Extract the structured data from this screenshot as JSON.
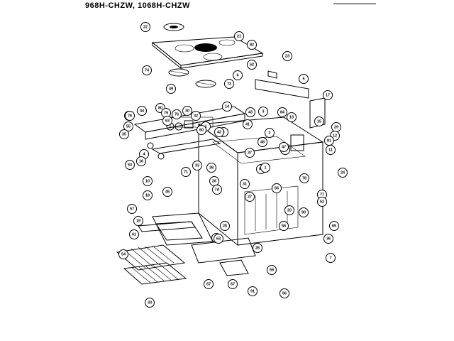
{
  "title": "968H-CHZW, 1068H-CHZW",
  "callouts": [
    "22",
    "21",
    "82",
    "23",
    "74",
    "6",
    "73",
    "49",
    "62",
    "5",
    "17",
    "44",
    "80",
    "79",
    "30",
    "32",
    "14",
    "43",
    "3",
    "84",
    "13",
    "9",
    "76",
    "63",
    "1",
    "15",
    "55",
    "8",
    "60",
    "29",
    "35",
    "42",
    "41",
    "12",
    "48",
    "81",
    "4",
    "2",
    "40",
    "11",
    "53",
    "16",
    "33",
    "37",
    "38",
    "71",
    "47",
    "64",
    "1",
    "24",
    "76",
    "78",
    "10",
    "45",
    "31",
    "26",
    "18",
    "66",
    "27",
    "7A",
    "77",
    "57",
    "52",
    "20",
    "90",
    "19",
    "56",
    "25",
    "58",
    "61",
    "65",
    "63",
    "36",
    "26",
    "54",
    "59",
    "7",
    "67",
    "67",
    "91",
    "66",
    "33"
  ]
}
